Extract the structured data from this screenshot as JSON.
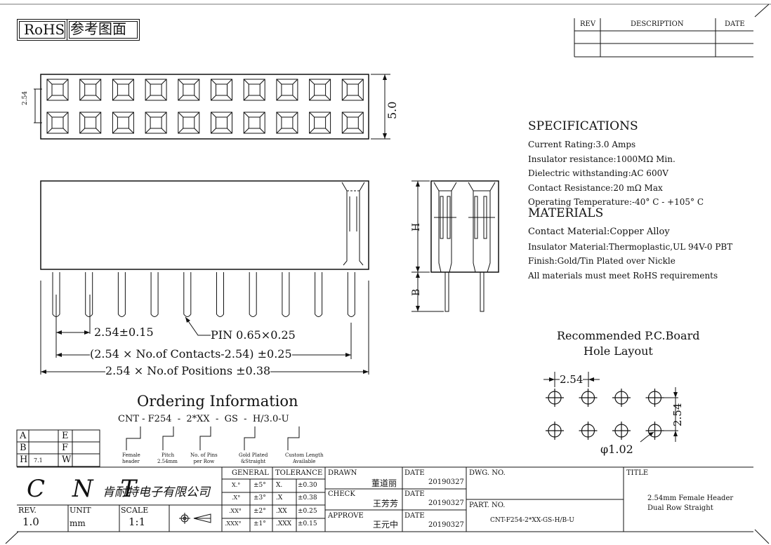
{
  "header": {
    "rohs": "RoHS",
    "ref_drawing": "参考图面"
  },
  "revision_table": {
    "headers": [
      "REV",
      "DESCRIPTION",
      "DATE"
    ]
  },
  "dimensions": {
    "pitch_vertical": "2.54",
    "height_total": "5.0",
    "pitch_bottom": "2.54±0.15",
    "pin_size": "PIN 0.65×0.25",
    "contacts_span": "(2.54 × No.of Contacts-2.54) ±0.25",
    "positions_span": "2.54 × No.of Positions  ±0.38",
    "side_h": "H",
    "side_b": "B"
  },
  "specifications": {
    "title": "SPECIFICATIONS",
    "lines": [
      "Current Rating:3.0 Amps",
      "Insulator resistance:1000MΩ Min.",
      "Dielectric withstanding:AC 600V",
      "Contact Resistance:20 mΩ Max",
      "Operating Temperature:-40° C - +105° C"
    ]
  },
  "materials": {
    "title": "MATERIALS",
    "lines": [
      "Contact Material:Copper Alloy",
      "Insulator Material:Thermoplastic,UL 94V-0 PBT",
      "Finish:Gold/Tin Plated over Nickle",
      "All materials must meet RoHS requirements"
    ]
  },
  "pcb_layout": {
    "title_line1": "Recommended P.C.Board",
    "title_line2": "Hole Layout",
    "pitch_h": "2.54",
    "pitch_v": "2.54",
    "hole_dia": "φ1.02"
  },
  "ordering": {
    "title": "Ordering Information",
    "code": "CNT - F254  -  2*XX  -  GS  -  H/3.0-U",
    "labels": [
      {
        "line1": "Female",
        "line2": "header"
      },
      {
        "line1": "Pitch",
        "line2": "2.54mm"
      },
      {
        "line1": "No. of Pins",
        "line2": "per Row"
      },
      {
        "line1": "Gold Plated",
        "line2": "&Straight"
      },
      {
        "line1": "Custom Length",
        "line2": "Available"
      }
    ]
  },
  "dim_table": {
    "rows": [
      {
        "key": "A",
        "val": "",
        "key2": "E",
        "val2": ""
      },
      {
        "key": "B",
        "val": "",
        "key2": "F",
        "val2": ""
      },
      {
        "key": "H",
        "val": "7.1",
        "key2": "W",
        "val2": ""
      }
    ]
  },
  "title_block": {
    "company_letters": "C N T",
    "company_name": "肯耐特电子有限公司",
    "rev_label": "REV.",
    "rev_value": "1.0",
    "unit_label": "UNIT",
    "unit_value": "mm",
    "scale_label": "SCALE",
    "scale_value": "1:1",
    "general_label": "GENERAL",
    "tolerance_label": "TOLERANCE",
    "tol_left": [
      {
        "k": "X.°",
        "v": "±5°"
      },
      {
        "k": ".X°",
        "v": "±3°"
      },
      {
        "k": ".XX°",
        "v": "±2°"
      },
      {
        "k": ".XXX°",
        "v": "±1°"
      }
    ],
    "tol_right": [
      {
        "k": "X.",
        "v": "±0.30"
      },
      {
        "k": ".X",
        "v": "±0.38"
      },
      {
        "k": ".XX",
        "v": "±0.25"
      },
      {
        "k": ".XXX",
        "v": "±0.15"
      }
    ],
    "drawn_label": "DRAWN",
    "drawn_name": "董道丽",
    "check_label": "CHECK",
    "check_name": "王芳芳",
    "approve_label": "APPROVE",
    "approve_name": "王元中",
    "date_label": "DATE",
    "date_value": "20190327",
    "dwg_label": "DWG. NO.",
    "part_label": "PART. NO.",
    "part_value": "CNT-F254-2*XX-GS-H/B-U",
    "title_label": "TITLE",
    "title_line1": "2.54mm Female Header",
    "title_line2": "Dual Row Straight"
  }
}
